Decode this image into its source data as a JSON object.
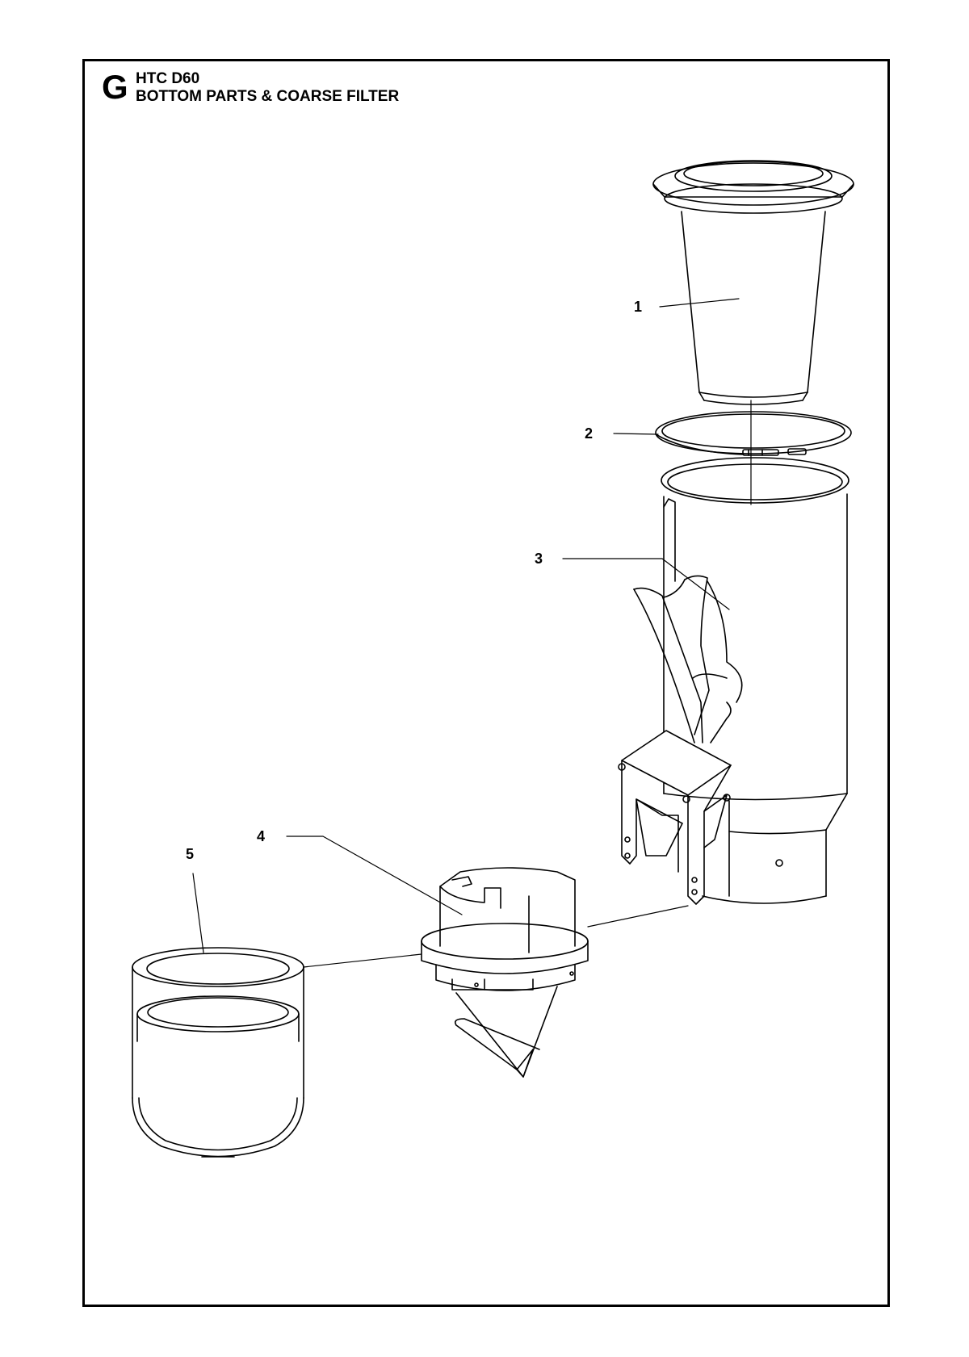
{
  "header": {
    "section_letter": "G",
    "model": "HTC D60",
    "subtitle": "BOTTOM PARTS & COARSE FILTER"
  },
  "callouts": [
    {
      "label": "1"
    },
    {
      "label": "2"
    },
    {
      "label": "3"
    },
    {
      "label": "4"
    },
    {
      "label": "5"
    }
  ],
  "colors": {
    "line": "#000000",
    "background": "#ffffff"
  }
}
